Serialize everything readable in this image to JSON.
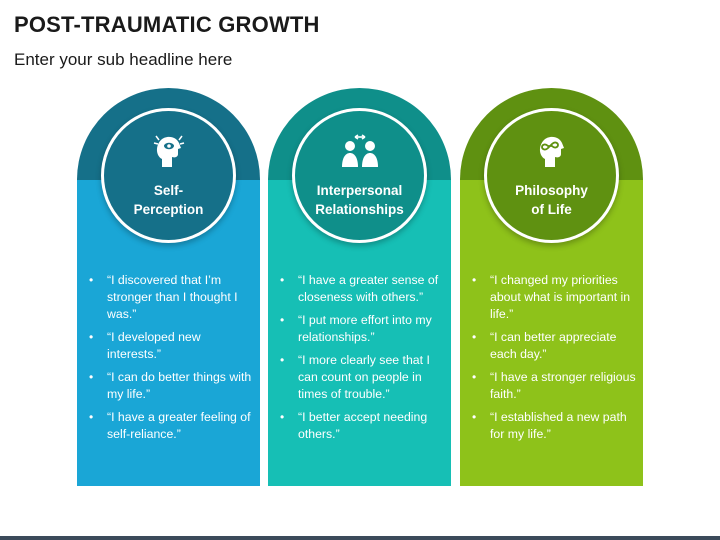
{
  "title": "POST-TRAUMATIC GROWTH",
  "subtitle": "Enter your sub headline here",
  "colors": {
    "card1_dark": "#157089",
    "card1_light": "#1aa6d6",
    "card2_dark": "#0f8f8a",
    "card2_light": "#16bfb5",
    "card3_dark": "#5f9111",
    "card3_light": "#8ec21a"
  },
  "cards": [
    {
      "label": "Self-\nPerception",
      "icon": "head-with-eye-icon",
      "items": [
        "“I discovered that I’m stronger than I thought I was.”",
        "“I developed new interests.”",
        "“I can do better things with my life.”",
        "“I have a greater feeling of self-reliance.”"
      ]
    },
    {
      "label": "Interpersonal\nRelationships",
      "icon": "two-people-icon",
      "items": [
        "“I have a greater sense of closeness with others.”",
        "“I put more effort into my relationships.”",
        "“I more clearly see that I can count on people in times of trouble.”",
        "“I better accept needing others.”"
      ]
    },
    {
      "label": "Philosophy\nof Life",
      "icon": "head-with-infinity-icon",
      "items": [
        "“I changed my priorities about what is important in life.”",
        "“I can better appreciate each day.”",
        "“I have a stronger religious faith.”",
        "“I established a new path for my life.”"
      ]
    }
  ]
}
